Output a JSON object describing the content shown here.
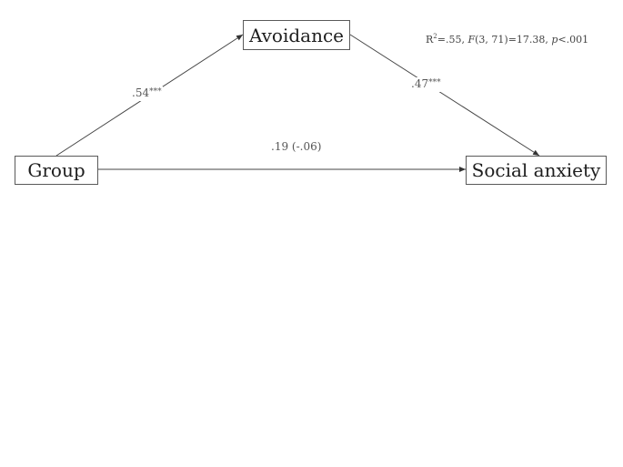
{
  "nodes": {
    "mediator": "Avoidance",
    "predictor": "Group",
    "outcome": "Social anxiety"
  },
  "paths": {
    "a": {
      "value": ".54",
      "sig": "***"
    },
    "b": {
      "value": ".47",
      "sig": "***"
    },
    "c": {
      "value": ".19 (-.06)"
    }
  },
  "model_fit": {
    "r_symbol": "R",
    "r_exp": "2",
    "r_value": "=.55,",
    "f_symbol": "F",
    "f_args": "(3, 71)=17.38,",
    "p_symbol": "p",
    "p_value": "<.001"
  },
  "colors": {
    "line": "#444444",
    "box_border": "#5a5a5a"
  }
}
